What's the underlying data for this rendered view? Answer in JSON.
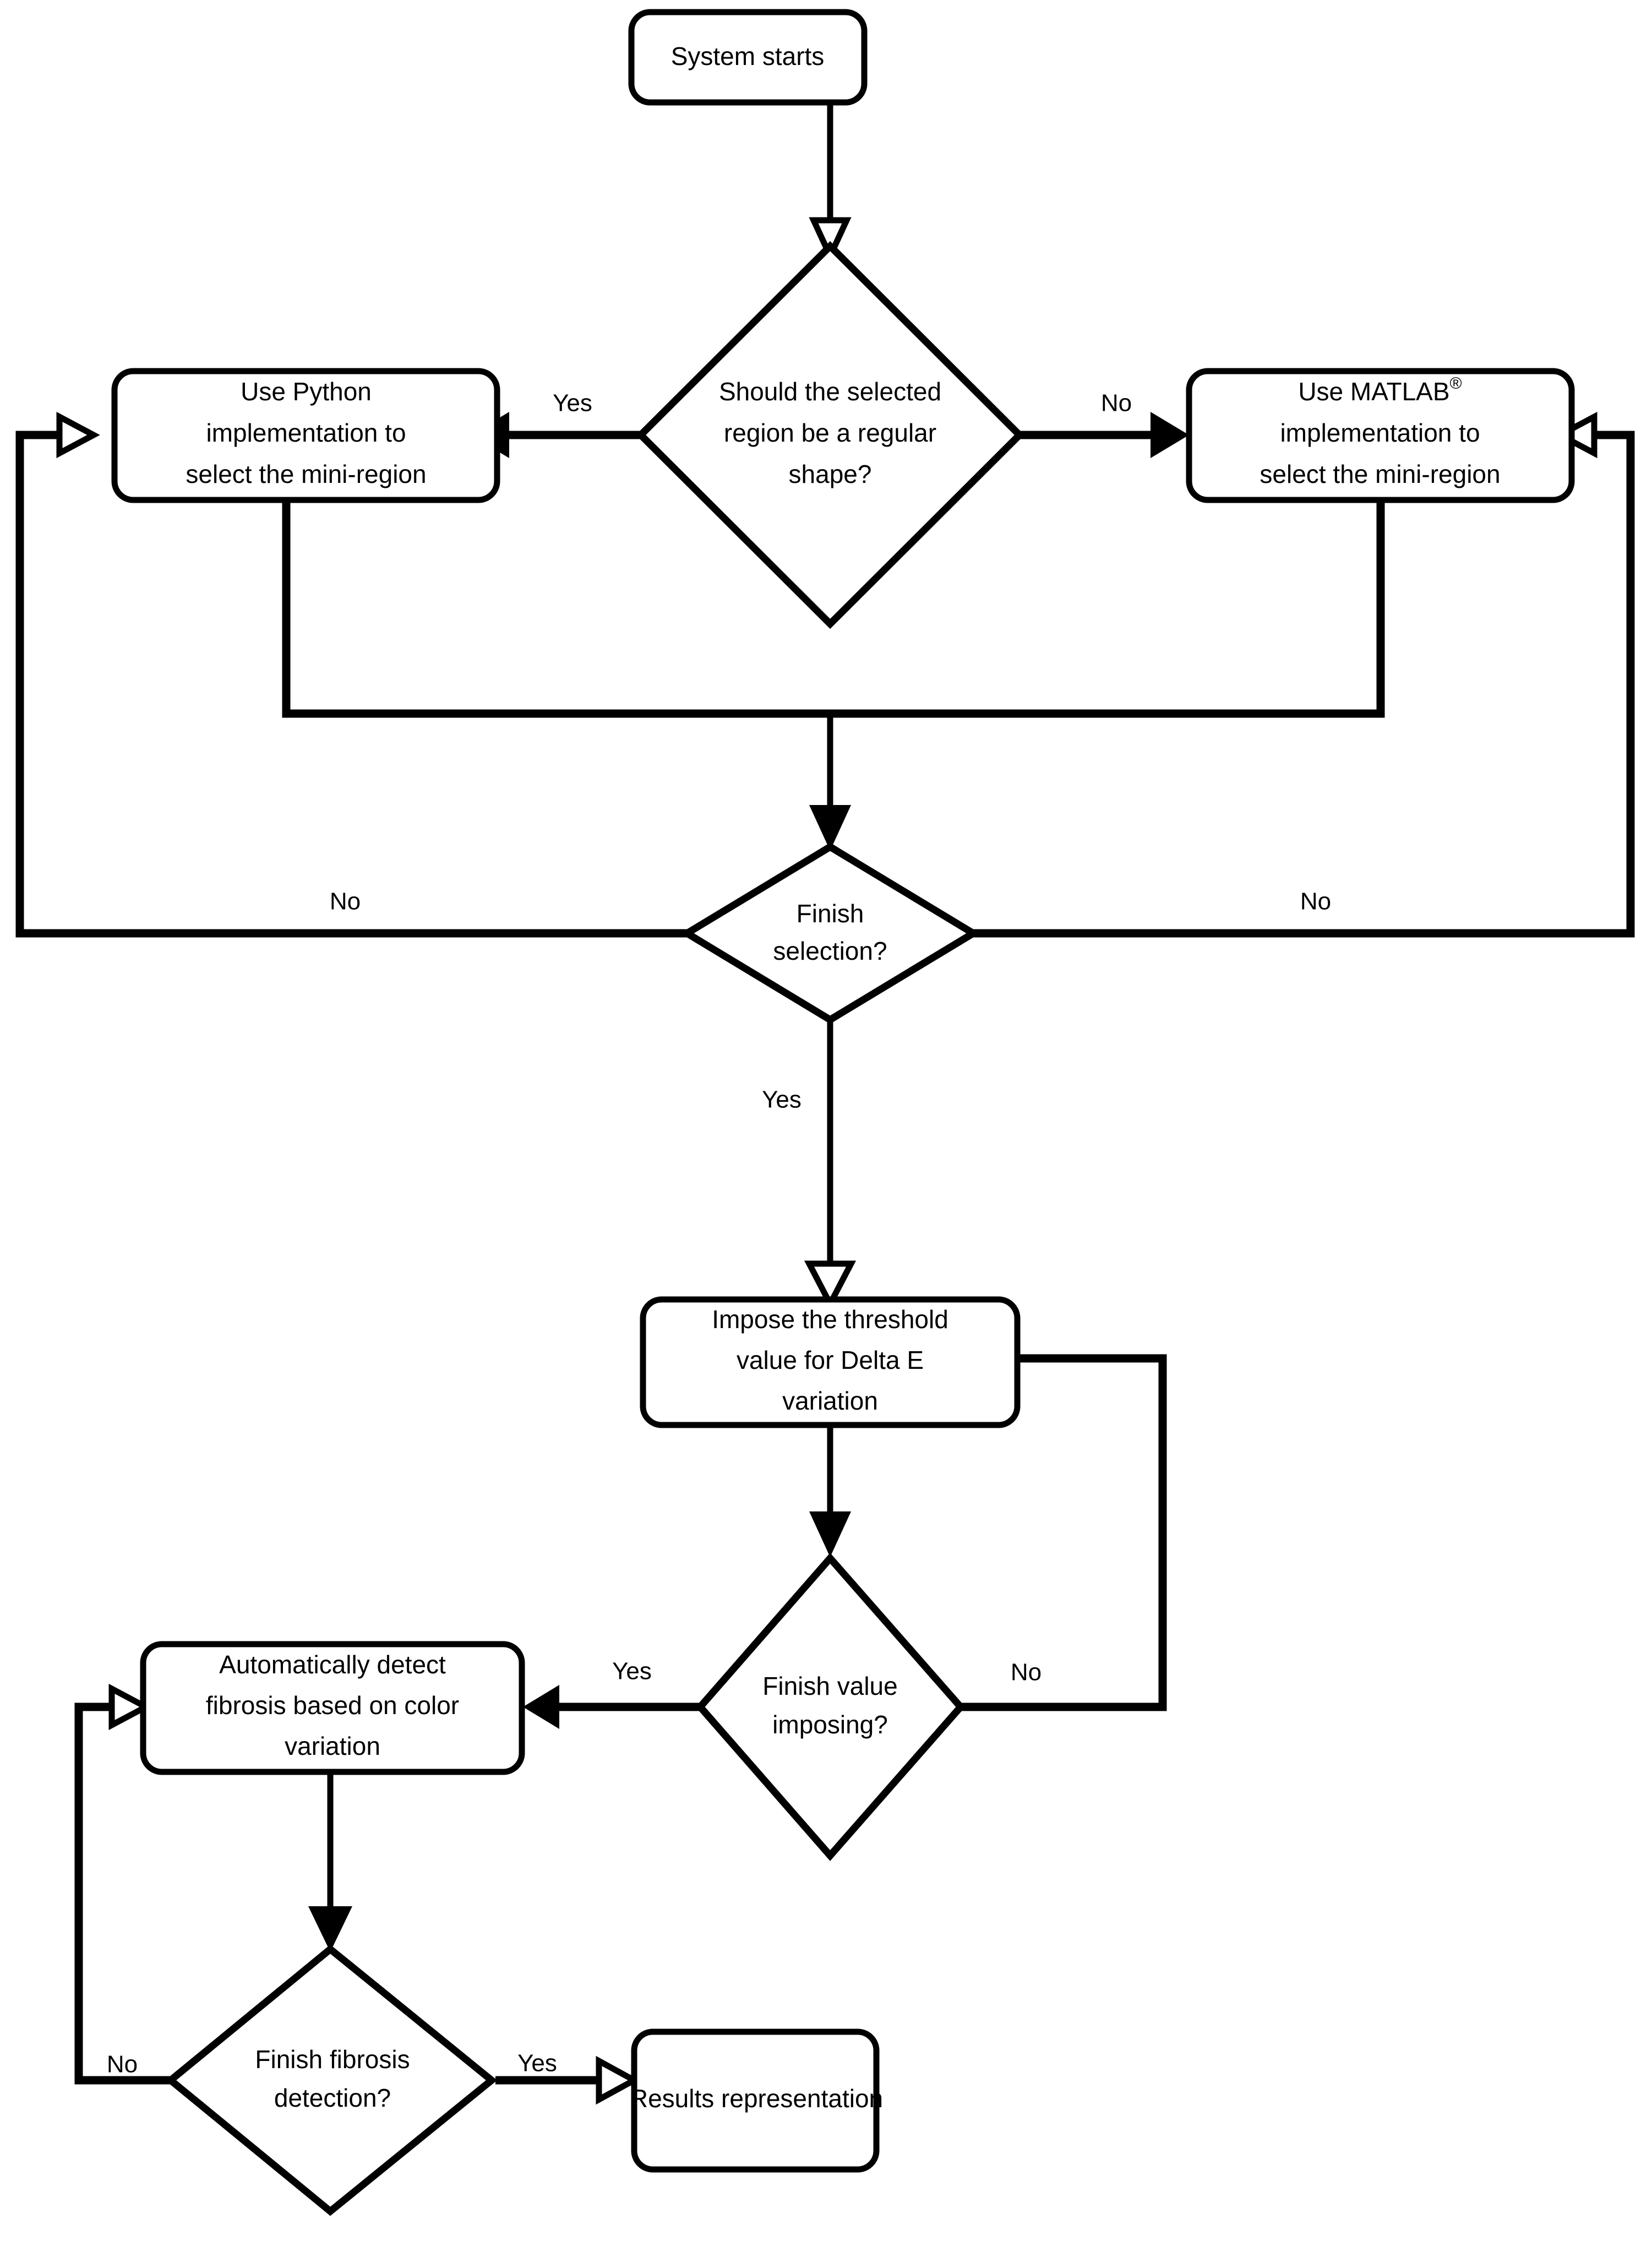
{
  "diagram": {
    "title": "Fibrosis detection system flowchart",
    "type": "flowchart",
    "background_color": "#ffffff",
    "line_color": "#000000"
  },
  "nodes": {
    "start": {
      "id": "start",
      "shape": "rounded-rectangle",
      "label": "System starts"
    },
    "decision_shape": {
      "id": "decision_shape",
      "shape": "diamond",
      "line1": "Should the selected",
      "line2": "region be a regular",
      "line3": "shape?"
    },
    "python_box": {
      "id": "python_box",
      "shape": "rounded-rectangle",
      "line1": "Use Python",
      "line2": "implementation to",
      "line3": "select the mini-region"
    },
    "matlab_box": {
      "id": "matlab_box",
      "shape": "rounded-rectangle",
      "line1_pre": "Use MATLAB",
      "line1_sup": "®",
      "line2": "implementation to",
      "line3": "select the mini-region"
    },
    "finish_selection": {
      "id": "finish_selection",
      "shape": "diamond",
      "line1": "Finish",
      "line2": "selection?"
    },
    "impose_threshold": {
      "id": "impose_threshold",
      "shape": "rounded-rectangle",
      "line1": "Impose the threshold",
      "line2": "value for Delta E",
      "line3": "variation"
    },
    "finish_value": {
      "id": "finish_value",
      "shape": "diamond",
      "line1": "Finish value",
      "line2": "imposing?"
    },
    "detect_fibrosis": {
      "id": "detect_fibrosis",
      "shape": "rounded-rectangle",
      "line1": "Automatically detect",
      "line2": "fibrosis based on color",
      "line3": "variation"
    },
    "finish_fibrosis": {
      "id": "finish_fibrosis",
      "shape": "diamond",
      "line1": "Finish fibrosis",
      "line2": "detection?"
    },
    "results": {
      "id": "results",
      "shape": "rounded-rectangle",
      "label": "Results representation"
    }
  },
  "edge_labels": {
    "shape_yes": "Yes",
    "shape_no": "No",
    "selection_no_left": "No",
    "selection_no_right": "No",
    "selection_yes": "Yes",
    "value_yes": "Yes",
    "value_no": "No",
    "fibrosis_no": "No",
    "fibrosis_yes": "Yes"
  },
  "chart_data": {
    "type": "flowchart",
    "title": "Fibrosis detection system flowchart",
    "nodes": [
      {
        "id": "start",
        "type": "terminator",
        "text": "System starts"
      },
      {
        "id": "decision_shape",
        "type": "decision",
        "text": "Should the selected region be a regular shape?"
      },
      {
        "id": "python_box",
        "type": "process",
        "text": "Use Python implementation to select the mini-region"
      },
      {
        "id": "matlab_box",
        "type": "process",
        "text": "Use MATLAB® implementation to select the mini-region"
      },
      {
        "id": "finish_selection",
        "type": "decision",
        "text": "Finish selection?"
      },
      {
        "id": "impose_threshold",
        "type": "process",
        "text": "Impose the threshold value for Delta E variation"
      },
      {
        "id": "finish_value",
        "type": "decision",
        "text": "Finish value imposing?"
      },
      {
        "id": "detect_fibrosis",
        "type": "process",
        "text": "Automatically detect fibrosis based on color variation"
      },
      {
        "id": "finish_fibrosis",
        "type": "decision",
        "text": "Finish fibrosis detection?"
      },
      {
        "id": "results",
        "type": "terminator",
        "text": "Results representation"
      }
    ],
    "edges": [
      {
        "from": "start",
        "to": "decision_shape",
        "label": ""
      },
      {
        "from": "decision_shape",
        "to": "python_box",
        "label": "Yes"
      },
      {
        "from": "decision_shape",
        "to": "matlab_box",
        "label": "No"
      },
      {
        "from": "python_box",
        "to": "finish_selection",
        "label": ""
      },
      {
        "from": "matlab_box",
        "to": "finish_selection",
        "label": ""
      },
      {
        "from": "finish_selection",
        "to": "python_box",
        "label": "No"
      },
      {
        "from": "finish_selection",
        "to": "matlab_box",
        "label": "No"
      },
      {
        "from": "finish_selection",
        "to": "impose_threshold",
        "label": "Yes"
      },
      {
        "from": "impose_threshold",
        "to": "finish_value",
        "label": ""
      },
      {
        "from": "finish_value",
        "to": "detect_fibrosis",
        "label": "Yes"
      },
      {
        "from": "finish_value",
        "to": "impose_threshold",
        "label": "No"
      },
      {
        "from": "detect_fibrosis",
        "to": "finish_fibrosis",
        "label": ""
      },
      {
        "from": "finish_fibrosis",
        "to": "detect_fibrosis",
        "label": "No"
      },
      {
        "from": "finish_fibrosis",
        "to": "results",
        "label": "Yes"
      }
    ]
  }
}
